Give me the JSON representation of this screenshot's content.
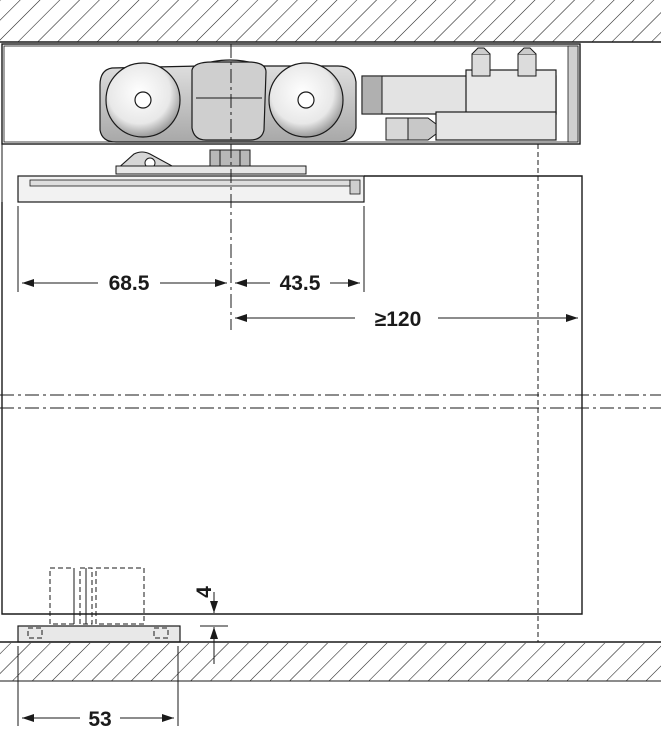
{
  "dimensions": {
    "d1": "68.5",
    "d2": "43.5",
    "d3": "≥120",
    "d4": "4",
    "d5": "53"
  },
  "colors": {
    "line": "#1a1a1a",
    "shade_light": "#e6e6e6",
    "shade_mid": "#bdbdbd",
    "shade_dark": "#8c8c8c"
  }
}
